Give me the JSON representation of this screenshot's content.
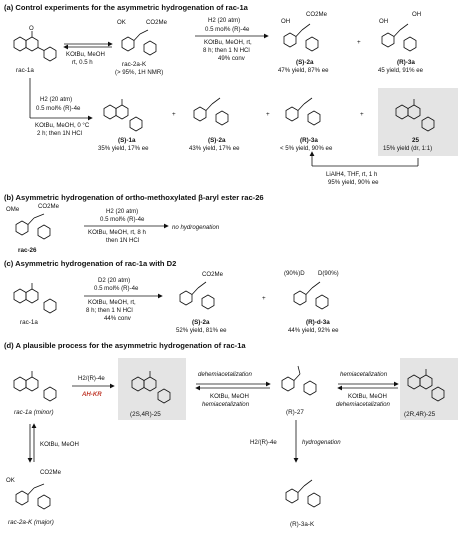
{
  "sections": {
    "a": {
      "title": "(a) Control experiments for the asymmetric hydrogenation of rac-1a",
      "start": "rac-1a",
      "step1": {
        "reagent": "KOtBu, MeOH",
        "cond": "rt, 0.5 h"
      },
      "intermediate": {
        "name": "rac-2a-K",
        "note": "(> 95%, 1H NMR)"
      },
      "step2": {
        "l1": "H2 (20 atm)",
        "l2": "0.5 mol% (R)-4e",
        "l3": "KOtBu, MeOH, rt,",
        "l4": "8 h; then 1 N HCl",
        "l5": "49% conv"
      },
      "p1": {
        "name": "(S)-2a",
        "yield": "47% yield, 87% ee"
      },
      "p2": {
        "name": "(R)-3a",
        "yield": "45 yield, 91% ee"
      },
      "branch": {
        "l1": "H2 (20 atm)",
        "l2": "0.5 mol% (R)-4e",
        "l3": "KOtBu, MeOH, 0 °C",
        "l4": "2 h; then 1N HCl"
      },
      "row2": [
        {
          "name": "(S)-1a",
          "yield": "35% yield, 17% ee"
        },
        {
          "name": "(S)-2a",
          "yield": "43% yield, 17% ee"
        },
        {
          "name": "(R)-3a",
          "yield": "< 5% yield, 90% ee"
        },
        {
          "name": "25",
          "yield": "15% yield (dr, 1:1)"
        }
      ],
      "reduction": {
        "l1": "LiAlH4, THF, rt, 1 h",
        "l2": "95% yield, 90% ee"
      },
      "boxfill": "#e4e4e4"
    },
    "b": {
      "title": "(b) Asymmetric hydrogenation of ortho-methoxylated β-aryl ester rac-26",
      "start": "rac-26",
      "cond": {
        "l1": "H2 (20 atm)",
        "l2": "0.5 mol% (R)-4e",
        "l3": "KOtBu, MeOH, rt, 8 h",
        "l4": "then 1N HCl"
      },
      "result": "no hydrogenation"
    },
    "c": {
      "title": "(c) Asymmetric hydrogenation of rac-1a with D2",
      "start": "rac-1a",
      "cond": {
        "l1": "D2 (20 atm)",
        "l2": "0.5 mol% (R)-4e",
        "l3": "KOtBu, MeOH, rt,",
        "l4": "8 h; then 1 N HCl",
        "l5": "44% conv"
      },
      "p1": {
        "name": "(S)-2a",
        "yield": "52% yield, 81% ee"
      },
      "p2": {
        "name": "(R)-d-3a",
        "yield": "44% yield, 92% ee",
        "dlabel1": "(90%)D",
        "dlabel2": "D(90%)"
      }
    },
    "d": {
      "title": "(d) A plausible process for the asymmetric hydrogenation of rac-1a",
      "start": "rac-1a (minor)",
      "ahkr_top": "H2/(R)-4e",
      "ahkr": "AH-KR",
      "c25a": "(2S,4R)-25",
      "mid_top": "dehemiacetalization",
      "mid_l2": "KOtBu, MeOH",
      "mid_l3": "hemiacetalization",
      "c27": "(R)-27",
      "right_top": "hemiacetalization",
      "right_l2": "KOtBu, MeOH",
      "right_l3": "dehemiacetalization",
      "c25b": "(2R,4R)-25",
      "eq": "KOtBu, MeOH",
      "bottom_left": "rac-2a-K (major)",
      "down_l": "H2/(R)-4e",
      "down_r": "hydrogenation",
      "final": "(R)-3a-K"
    }
  },
  "atoms": {
    "O": "O",
    "OK": "OK",
    "OH": "OH",
    "OMe": "OMe",
    "CO2Me": "CO2Me",
    "H2": "H2",
    "plus": "+"
  },
  "accent": "#c0392b"
}
